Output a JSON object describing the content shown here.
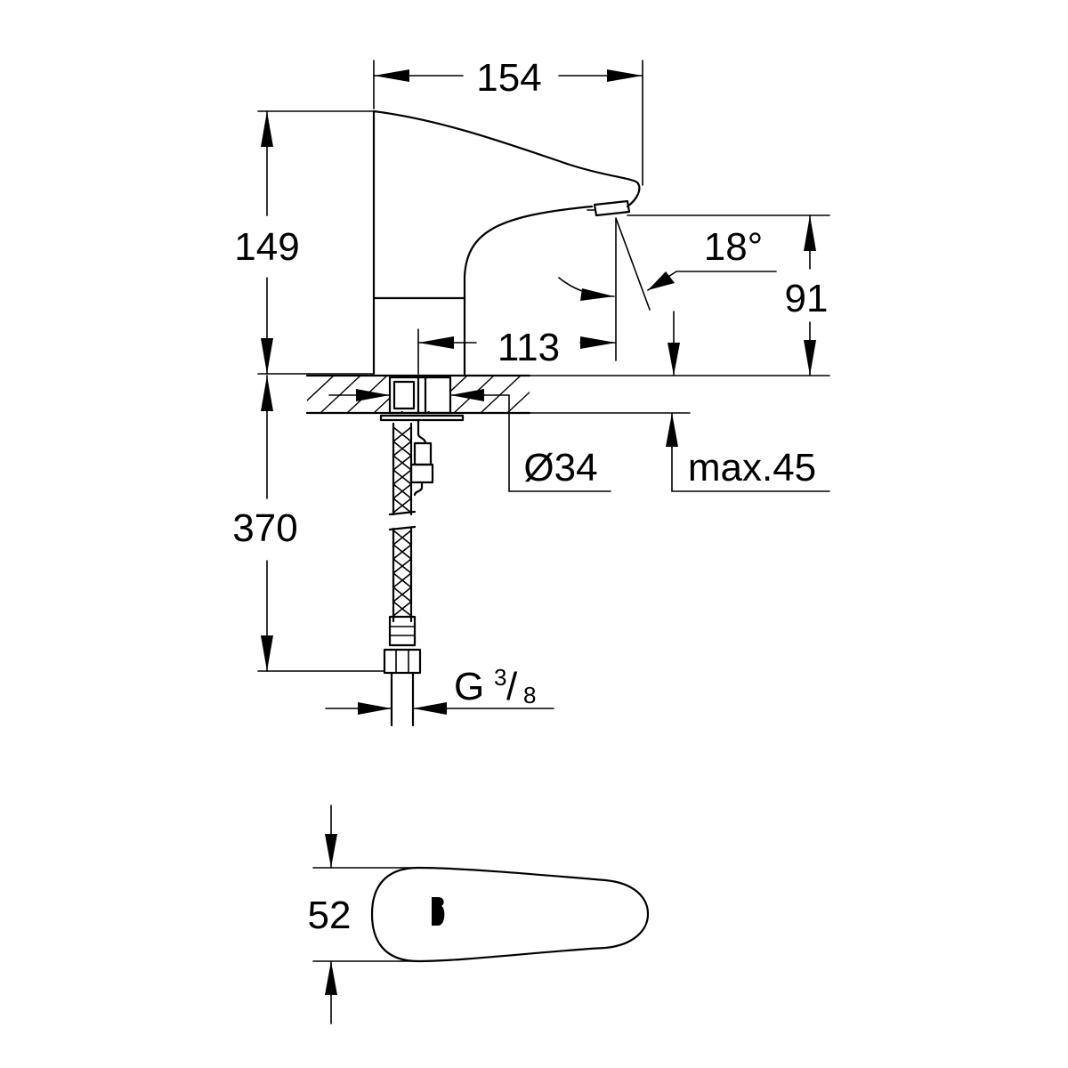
{
  "dimensions": {
    "width_top": "154",
    "height_body": "149",
    "spout_projection": "113",
    "spout_height": "91",
    "angle": "18°",
    "hole_diameter": "Ø34",
    "max_counter": "max.45",
    "hose_length": "370",
    "thread_g": "G",
    "thread_num": "3",
    "thread_slash": "/",
    "thread_den": "8",
    "base_width": "52"
  }
}
